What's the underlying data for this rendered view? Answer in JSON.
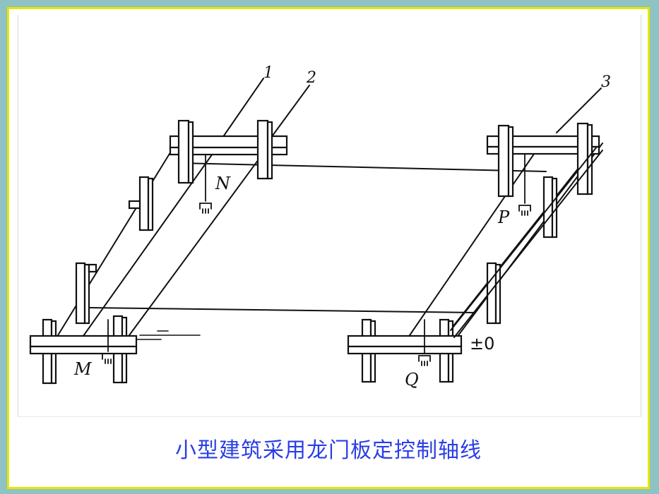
{
  "caption": "小型建筑采用龙门板定控制轴线",
  "labels": {
    "leader_1": "1",
    "leader_2": "2",
    "leader_3": "3",
    "point_N": "N",
    "point_P": "P",
    "point_M": "M",
    "point_Q": "Q",
    "elevation": "±0"
  },
  "colors": {
    "background": "#8fc2c2",
    "frame_border": "#e6e600",
    "caption_text": "#2a3ee6"
  }
}
